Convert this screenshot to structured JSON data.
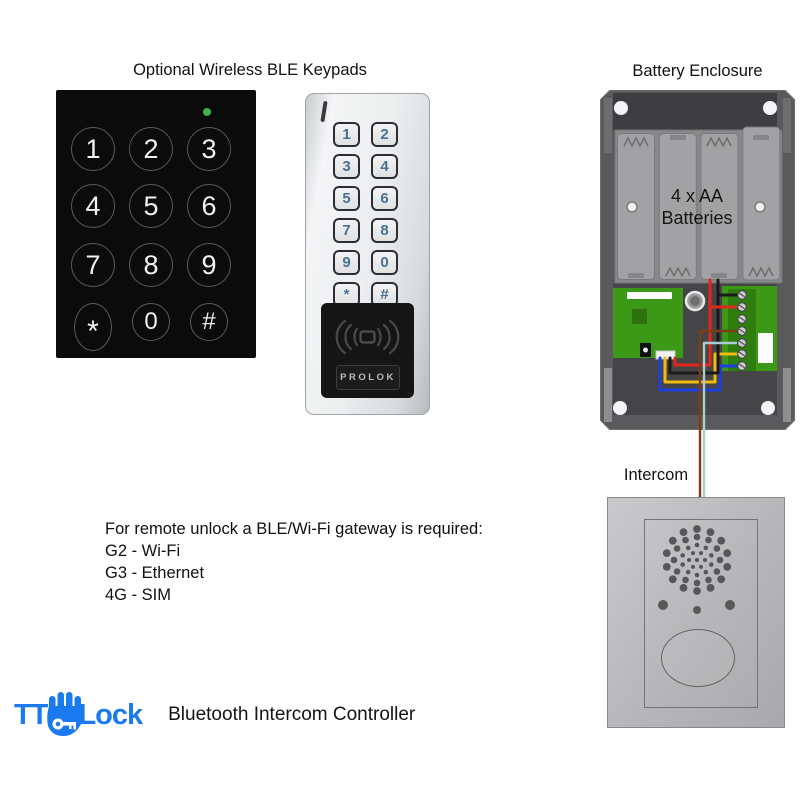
{
  "titles": {
    "keypads": "Optional Wireless BLE Keypads",
    "battery": "Battery Enclosure",
    "intercom": "Intercom"
  },
  "black_keypad": {
    "keys": [
      "1",
      "2",
      "3",
      "4",
      "5",
      "6",
      "7",
      "8",
      "9",
      "*",
      "0",
      "#"
    ],
    "led_color": "#3fb549"
  },
  "silver_keypad": {
    "keys": [
      "1",
      "2",
      "3",
      "4",
      "5",
      "6",
      "7",
      "8",
      "9",
      "0",
      "*",
      "#"
    ],
    "brand": "PROLOK"
  },
  "battery_enclosure": {
    "label_line1": "4 x AA",
    "label_line2": "Batteries",
    "wires": {
      "black": "#1a1a1a",
      "red": "#e2261a",
      "yellow": "#eebb0e",
      "blue": "#1d3fe0",
      "brown": "#7a3e12",
      "light_blue": "#a9ccd5"
    }
  },
  "notes": {
    "lines": [
      "For remote unlock a BLE/Wi-Fi gateway is required:",
      "G2 - Wi-Fi",
      "G3 - Ethernet",
      "4G - SIM"
    ]
  },
  "footer": {
    "tt": "TT",
    "lock": "Lock",
    "product": "Bluetooth Intercom Controller",
    "brand_color": "#1b7af0"
  }
}
